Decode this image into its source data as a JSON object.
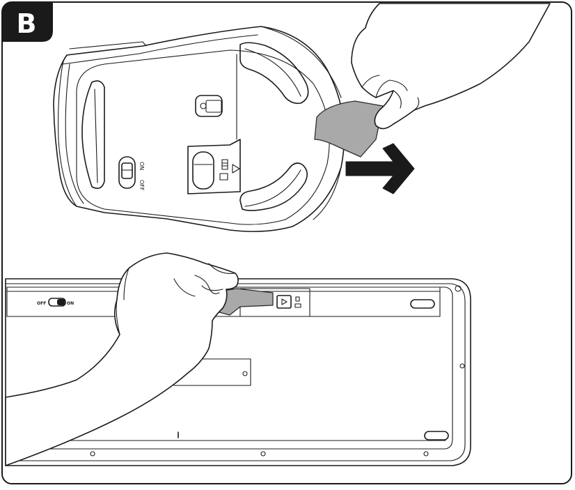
{
  "step": {
    "letter": "B"
  },
  "mouse": {
    "switch_on_label": "ON",
    "switch_off_label": "OFF"
  },
  "keyboard": {
    "switch_off_label": "OFF",
    "switch_on_label": "ON"
  },
  "colors": {
    "line": "#1a1a1a",
    "badge": "#1a1a1a",
    "tab": "#a9a9a9",
    "arrow": "#1a1a1a"
  },
  "icons": [
    "pull-arrow-icon",
    "battery-icon",
    "eject-triangle-icon"
  ]
}
